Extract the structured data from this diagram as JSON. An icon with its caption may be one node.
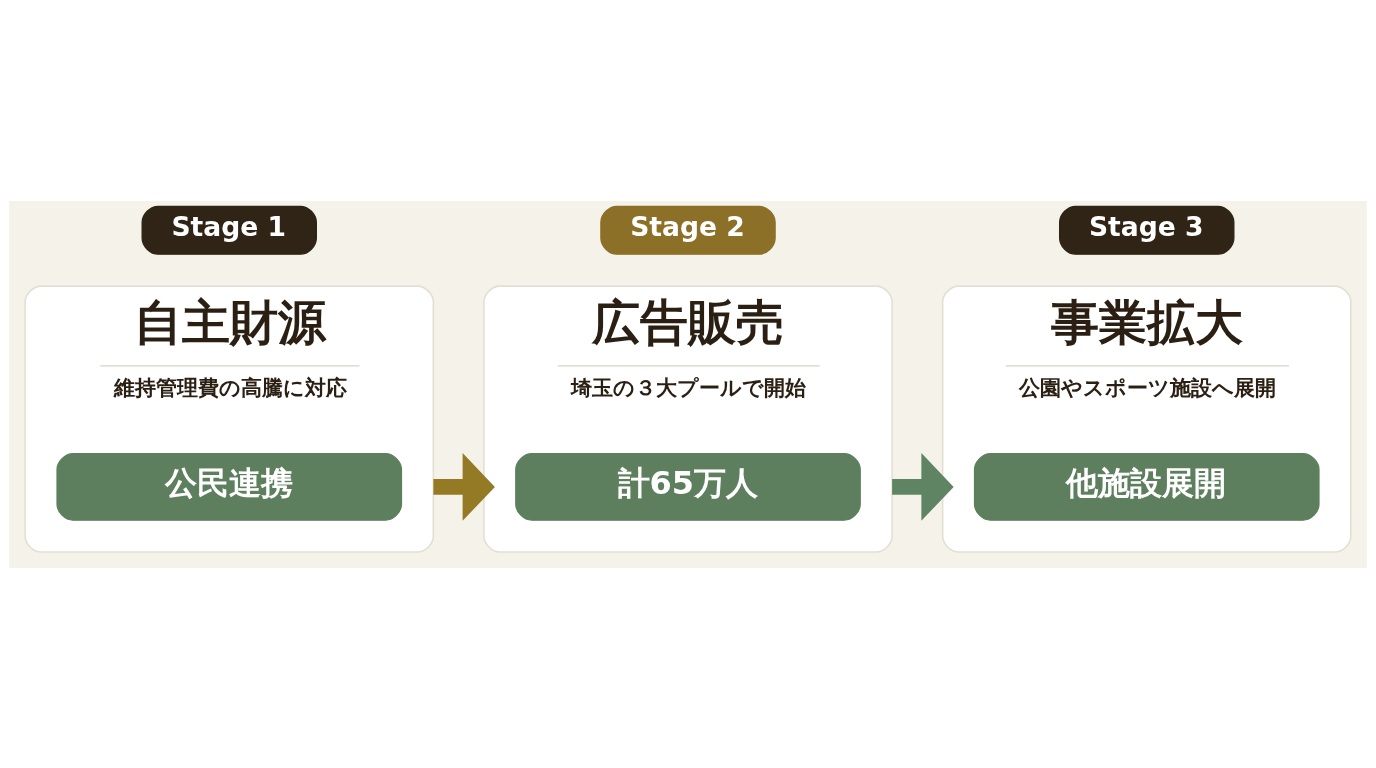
{
  "diagram": {
    "nodes": [
      {
        "text": [
          "Stage 1"
        ]
      },
      {
        "text": [
          "自主財源",
          "維持管理費の高騰に対応"
        ]
      },
      {
        "text": [
          "公民連携"
        ],
        "in": 1
      },
      {
        "text": [
          "Stage 2"
        ]
      },
      {
        "text": [
          "広告販売",
          "埼玉の３大プールで開始"
        ]
      },
      {
        "text": [
          "計65万人"
        ],
        "in": 4
      },
      {
        "text": [
          "Stage 3"
        ]
      },
      {
        "text": [
          "事業拡大",
          "公園やスポーツ施設へ展開"
        ]
      },
      {
        "text": [
          "他施設展開"
        ],
        "in": 7
      }
    ],
    "edges": [
      {
        "from": 1,
        "to": 4,
        "arrow": "to",
        "color": "#957a25"
      },
      {
        "from": 4,
        "to": 7,
        "arrow": "to",
        "color": "#5e8463"
      }
    ]
  }
}
